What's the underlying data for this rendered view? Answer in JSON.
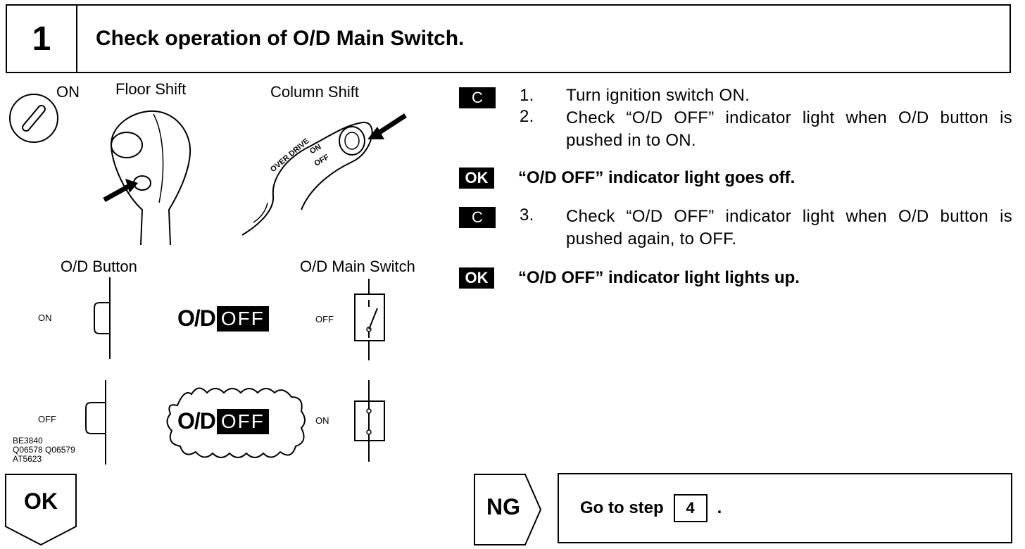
{
  "header": {
    "step_number": "1",
    "title": "Check operation of O/D Main Switch."
  },
  "figure": {
    "ignition_label": "ON",
    "floor_shift_label": "Floor Shift",
    "column_shift_label": "Column Shift",
    "column_text_overdrive": "OVER DRIVE",
    "column_text_on": "ON",
    "column_text_off": "OFF",
    "od_button_label": "O/D Button",
    "od_main_switch_label": "O/D Main Switch",
    "row1_button_state": "ON",
    "row1_switch_state": "OFF",
    "row2_button_state": "OFF",
    "row2_switch_state": "ON",
    "indicator_od": "O/D",
    "indicator_off": "OFF",
    "codes": [
      "BE3840",
      "Q06578 Q06579",
      "AT5623"
    ]
  },
  "instructions": {
    "check_tag": "C",
    "ok_tag": "OK",
    "steps": [
      {
        "num": "1.",
        "text": "Turn ignition switch ON."
      },
      {
        "num": "2.",
        "text": "Check “O/D OFF” indicator light when O/D button is pushed in to ON."
      },
      {
        "num": "3.",
        "text": "Check “O/D OFF” indicator light when O/D button is pushed again, to OFF."
      }
    ],
    "ok1": "“O/D OFF” indicator light goes off.",
    "ok2": "“O/D OFF” indicator light lights up."
  },
  "result": {
    "ok_label": "OK",
    "ng_label": "NG",
    "goto_text": "Go to step",
    "goto_step": "4",
    "goto_suffix": "."
  }
}
